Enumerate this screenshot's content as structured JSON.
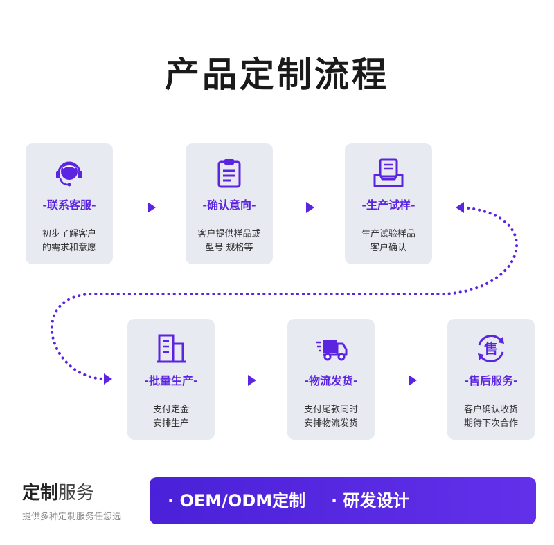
{
  "title": "产品定制流程",
  "steps": [
    {
      "label": "-联系客服-",
      "desc1": "初步了解客户",
      "desc2": "的需求和意愿",
      "icon": "headset-icon"
    },
    {
      "label": "-确认意向-",
      "desc1": "客户提供样品或",
      "desc2": "型号 规格等",
      "icon": "clipboard-icon"
    },
    {
      "label": "-生产试样-",
      "desc1": "生产试验样品",
      "desc2": "客户确认",
      "icon": "tray-document-icon"
    },
    {
      "label": "-批量生产-",
      "desc1": "支付定金",
      "desc2": "安排生产",
      "icon": "building-icon"
    },
    {
      "label": "-物流发货-",
      "desc1": "支付尾款同时",
      "desc2": "安排物流发货",
      "icon": "truck-icon"
    },
    {
      "label": "-售后服务-",
      "desc1": "客户确认收货",
      "desc2": "期待下次合作",
      "icon": "after-sales-icon"
    }
  ],
  "footer": {
    "title_bold": "定制",
    "title_light": "服务",
    "subtitle": "提供多种定制服务任您选",
    "banner_item1": "· OEM/ODM定制",
    "banner_item2": "· 研发设计"
  },
  "colors": {
    "accent": "#5b24e0",
    "card_bg": "#e8eaf2"
  },
  "icons": {
    "after_sales_char": "售"
  }
}
